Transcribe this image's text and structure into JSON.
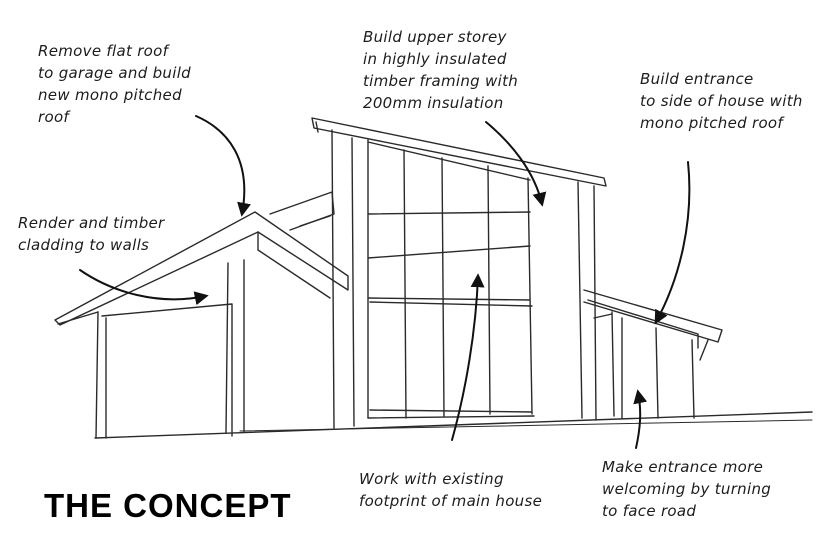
{
  "title": "THE CONCEPT",
  "colors": {
    "ink": "#1c1c1c",
    "background": "#ffffff"
  },
  "annotations": {
    "remove_roof": [
      "Remove flat roof",
      "to garage and build",
      "new mono pitched",
      "roof"
    ],
    "upper_storey": [
      "Build upper storey",
      "in highly insulated",
      "timber framing with",
      "200mm insulation"
    ],
    "side_entrance": [
      "Build entrance",
      "to side of house with",
      "mono pitched roof"
    ],
    "cladding": [
      "Render and timber",
      "cladding to walls"
    ],
    "footprint": [
      "Work with existing",
      "footprint of main house"
    ],
    "welcoming": [
      "Make entrance more",
      "welcoming by turning",
      "to face road"
    ]
  }
}
